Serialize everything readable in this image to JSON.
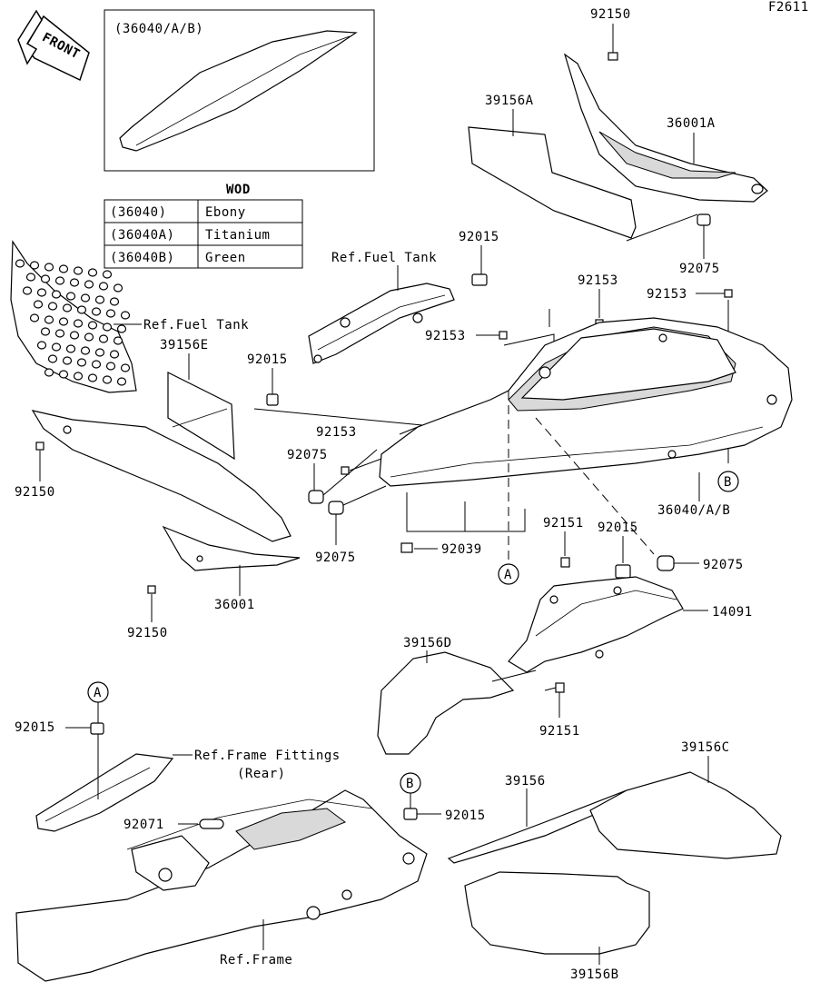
{
  "figure_code": "F2611",
  "front_label": "FRONT",
  "inset": {
    "title": "(36040/A/B)"
  },
  "color_table": {
    "header": "WOD",
    "rows": [
      {
        "code": "(36040)",
        "color": "Ebony"
      },
      {
        "code": "(36040A)",
        "color": "Titanium"
      },
      {
        "code": "(36040B)",
        "color": "Green"
      }
    ]
  },
  "labels": {
    "p92150_top": "92150",
    "p39156A": "39156A",
    "p36001A": "36001A",
    "p92075_tr": "92075",
    "p92153_a": "92153",
    "p92153_b": "92153",
    "p92015_top": "92015",
    "ref_fuel_tank_center": "Ref.Fuel Tank",
    "ref_fuel_tank_left": "Ref.Fuel Tank",
    "p39156E": "39156E",
    "p92015_mid": "92015",
    "p92153_c": "92153",
    "p92153_d": "92153",
    "p92075_mid": "92075",
    "p92150_left": "92150",
    "p92075_low": "92075",
    "p36040AB": "36040/A/B",
    "p92039": "92039",
    "p92151_top": "92151",
    "p92015_right": "92015",
    "p92075_right": "92075",
    "p36001": "36001",
    "p92150_bottom": "92150",
    "p14091": "14091",
    "p39156D": "39156D",
    "p92151_bottom": "92151",
    "p92015_A": "92015",
    "ref_frame_fittings_1": "Ref.Frame Fittings",
    "ref_frame_fittings_2": "(Rear)",
    "p39156C": "39156C",
    "p39156": "39156",
    "p92071": "92071",
    "p92015_B": "92015",
    "ref_frame": "Ref.Frame",
    "p39156B": "39156B"
  },
  "callouts": {
    "A_top": "A",
    "A_bottom": "A",
    "B_right": "B",
    "B_bottom": "B"
  }
}
